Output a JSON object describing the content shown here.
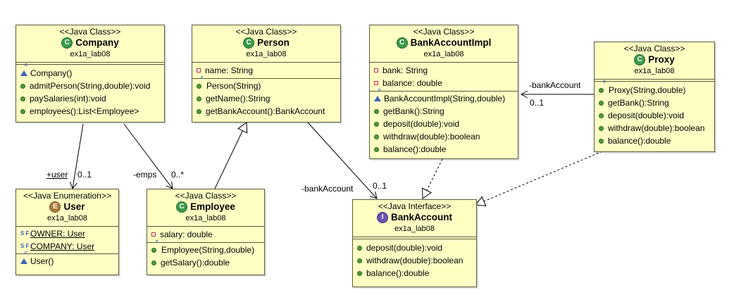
{
  "classes": {
    "company": {
      "stereotype": "<<Java Class>>",
      "name": "Company",
      "package": "ex1a_lab08",
      "badge": "C",
      "methods": [
        "Company()",
        "admitPerson(String,double):void",
        "paySalaries(int):void",
        "employees():List<Employee>"
      ]
    },
    "person": {
      "stereotype": "<<Java Class>>",
      "name": "Person",
      "package": "ex1a_lab08",
      "badge": "C",
      "fields": [
        "name: String"
      ],
      "methods": [
        "Person(String)",
        "getName():String",
        "getBankAccount():BankAccount"
      ]
    },
    "bankaccountimpl": {
      "stereotype": "<<Java Class>>",
      "name": "BankAccountImpl",
      "package": "ex1a_lab08",
      "badge": "C",
      "fields": [
        "bank: String",
        "balance: double"
      ],
      "methods": [
        "BankAccountImpl(String,double)",
        "getBank():String",
        "deposit(double):void",
        "withdraw(double):boolean",
        "balance():double"
      ]
    },
    "proxy": {
      "stereotype": "<<Java Class>>",
      "name": "Proxy",
      "package": "ex1a_lab08",
      "badge": "C",
      "methods": [
        "Proxy(String,double)",
        "getBank():String",
        "deposit(double):void",
        "withdraw(double):boolean",
        "balance():double"
      ]
    },
    "user": {
      "stereotype": "<<Java Enumeration>>",
      "name": "User",
      "package": "ex1a_lab08",
      "badge": "E",
      "constants": [
        "OWNER: User",
        "COMPANY: User"
      ],
      "methods": [
        "User()"
      ]
    },
    "employee": {
      "stereotype": "<<Java Class>>",
      "name": "Employee",
      "package": "ex1a_lab08",
      "badge": "C",
      "fields": [
        "salary: double"
      ],
      "methods": [
        "Employee(String,double)",
        "getSalary():double"
      ]
    },
    "bankaccount": {
      "stereotype": "<<Java Interface>>",
      "name": "BankAccount",
      "package": "ex1a_lab08",
      "badge": "I",
      "methods": [
        "deposit(double):void",
        "withdraw(double):boolean",
        "balance():double"
      ]
    }
  },
  "edge_labels": {
    "user_role": "+user",
    "user_mult": "0..1",
    "emps_role": "-emps",
    "emps_mult": "0..*",
    "person_bank_role": "-bankAccount",
    "person_bank_mult": "0..1",
    "proxy_bank_role": "-bankAccount",
    "proxy_bank_mult": "0..1"
  },
  "sf_marker": "S F",
  "ctor_marker": "c"
}
